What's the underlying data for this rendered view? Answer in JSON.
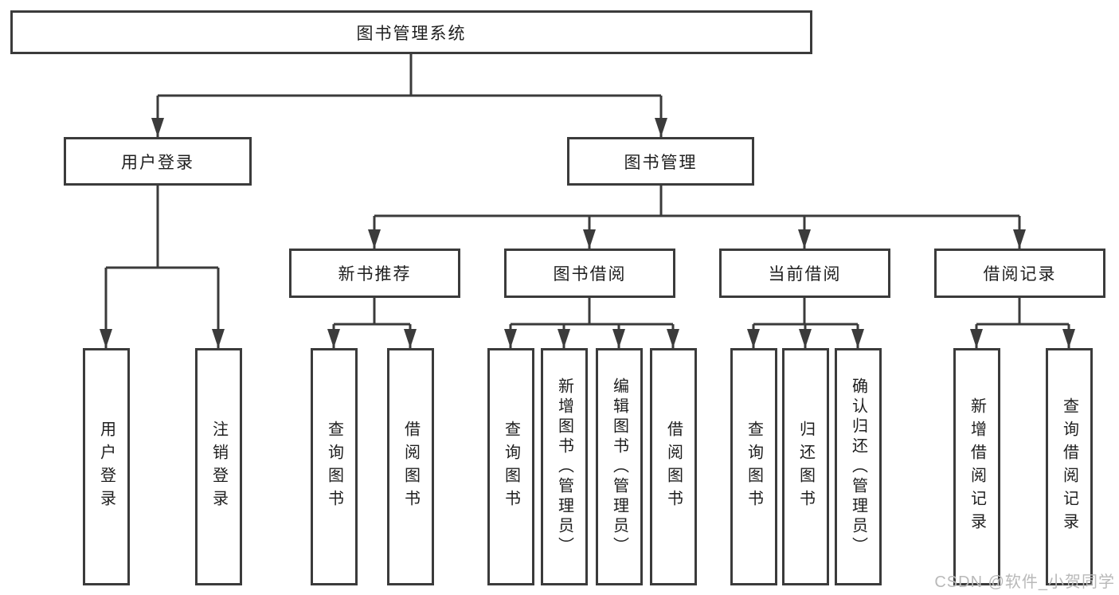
{
  "diagram": {
    "type": "tree",
    "title": "图书管理系统",
    "tree": {
      "label": "图书管理系统",
      "children": [
        {
          "label": "用户登录",
          "children": [
            {
              "label": "用户登录"
            },
            {
              "label": "注销登录"
            }
          ]
        },
        {
          "label": "图书管理",
          "children": [
            {
              "label": "新书推荐",
              "children": [
                {
                  "label": "查询图书"
                },
                {
                  "label": "借阅图书"
                }
              ]
            },
            {
              "label": "图书借阅",
              "children": [
                {
                  "label": "查询图书"
                },
                {
                  "label": "新增图书（管理员）"
                },
                {
                  "label": "编辑图书（管理员）"
                },
                {
                  "label": "借阅图书"
                }
              ]
            },
            {
              "label": "当前借阅",
              "children": [
                {
                  "label": "查询图书"
                },
                {
                  "label": "归还图书"
                },
                {
                  "label": "确认归还（管理员）"
                }
              ]
            },
            {
              "label": "借阅记录",
              "children": [
                {
                  "label": "新增借阅记录"
                },
                {
                  "label": "查询借阅记录"
                }
              ]
            }
          ]
        }
      ]
    }
  },
  "watermark": {
    "text": "CSDN @软件_小贺同学"
  },
  "colors": {
    "line": "#3b3b3b",
    "text": "#1e1e1e",
    "background": "#ffffff",
    "watermark": "#b9b9b9"
  }
}
